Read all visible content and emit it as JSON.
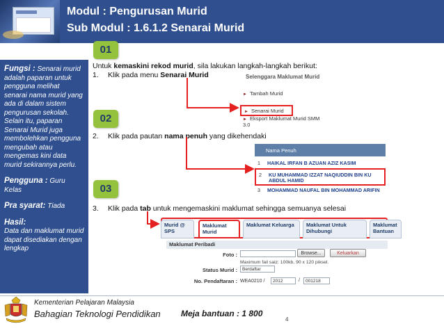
{
  "header": {
    "title_line1": "Modul  : Pengurusan Murid",
    "title_line2": "Sub Modul : 1.6.1.2 Senarai Murid"
  },
  "left_panel": {
    "fungsi_key": "Fungsi :",
    "fungsi_text": "Senarai murid adalah paparan untuk pengguna melihat senarai nama murid yang ada di dalam sistem pengurusan sekolah. Selain itu, paparan Senarai Murid juga membolehkan pengguna mengubah atau mengemas kini data murid sekirannya perlu.",
    "pengguna_key": "Pengguna :",
    "pengguna_text": "Guru Kelas",
    "prasyarat_key": "Pra syarat:",
    "prasyarat_text": "Tiada",
    "hasil_key": "Hasil:",
    "hasil_text": "Data dan maklumat murid dapat disediakan dengan lengkap"
  },
  "steps": {
    "badge1": "01",
    "badge2": "02",
    "badge3": "03",
    "intro_pre": "Untuk ",
    "intro_bold": "kemaskini rekod murid",
    "intro_post": ", sila lakukan langkah-langkah berikut:",
    "step1_num": "1.",
    "step1_pre": "Klik pada menu ",
    "step1_bold": "Senarai Murid",
    "step2_num": "2.",
    "step2_pre": "Klik pada pautan ",
    "step2_bold": "nama penuh",
    "step2_post": " yang dikehendaki",
    "step3_num": "3.",
    "step3_pre": "Klik pada ",
    "step3_bold": "tab",
    "step3_post": " untuk mengemaskini maklumat sehingga semuanya selesai"
  },
  "menu_screenshot": {
    "heading": "Selenggara Maklumat Murid",
    "items": [
      "Tambah Murid",
      "Senarai Murid",
      "Eksport Maklumat Murid SMM 3.0"
    ]
  },
  "name_table": {
    "header": "Nama Penuh",
    "rows": [
      {
        "num": "1",
        "name": "HAIKAL IRFAN B AZUAN AZIZ KASIM"
      },
      {
        "num": "2",
        "name": "KU MUHAMMAD IZZAT NAQIUDDIN BIN KU ABDUL HAMID"
      },
      {
        "num": "3",
        "name": "MOHAMMAD NAUFAL BIN MOHAMMAD ARIFIN"
      }
    ]
  },
  "form_screenshot": {
    "tabs": [
      "Murid @ SPS",
      "Maklumat Murid",
      "Maklumat Keluarga",
      "Maklumat Untuk Dihubungi",
      "Maklumat Bantuan"
    ],
    "section_title": "Maklumat Peribadi",
    "foto_label": "Foto :",
    "browse_label": "Browse...",
    "keluarkan_label": "Keluarkan",
    "size_hint": "Maximum fail saiz: 100kb, 90 x 120 piksel.",
    "status_label": "Status Murid :",
    "status_value": "Berdaftar",
    "no_pendaftaran_label": "No. Pendaftaran :",
    "no_prefix": "WEA0210 /",
    "no_year": "2012",
    "no_slash": "/",
    "no_serial": "001218"
  },
  "footer": {
    "kementerian": "Kementerian Pelajaran Malaysia",
    "bahagian": "Bahagian Teknologi Pendidikan",
    "meja_bantuan": "Meja bantuan : 1 800",
    "page_number": "4"
  },
  "colors": {
    "navy": "#2f4f8f",
    "badge_green": "#95c23d",
    "highlight_red": "#e52020",
    "table_header": "#5d7fa8"
  },
  "icons": {
    "crest": "malaysia-crest-icon",
    "menu_arrow": "menu-arrow-icon"
  }
}
